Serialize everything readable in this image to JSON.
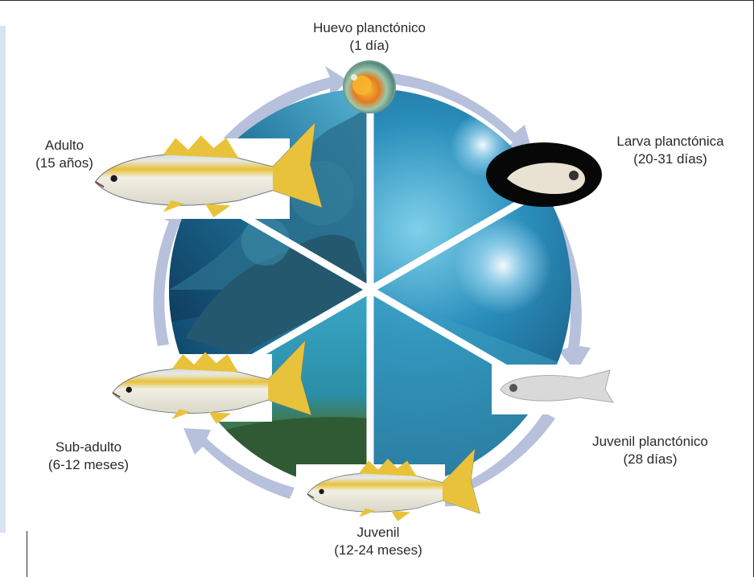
{
  "stages": [
    {
      "id": "egg",
      "name": "Huevo planctónico",
      "duration": "(1 día)"
    },
    {
      "id": "larva",
      "name": "Larva planctónica",
      "duration": "(20-31 días)"
    },
    {
      "id": "juvenile-planktonic",
      "name": "Juvenil planctónico",
      "duration": "(28 días)"
    },
    {
      "id": "juvenile",
      "name": "Juvenil",
      "duration": "(12-24 meses)"
    },
    {
      "id": "subadult",
      "name": "Sub-adulto",
      "duration": "(6-12 meses)"
    },
    {
      "id": "adult",
      "name": "Adulto",
      "duration": "(15 años)"
    }
  ],
  "colors": {
    "arrow": "#b7c1dc",
    "deep_water": "#0d3f63",
    "light_water": "#2f9ac0",
    "reef": "#1f6f8e",
    "seagrass": "#3d6b45",
    "fish_yellow": "#e8c23a",
    "fish_body": "#c9ccc5"
  }
}
